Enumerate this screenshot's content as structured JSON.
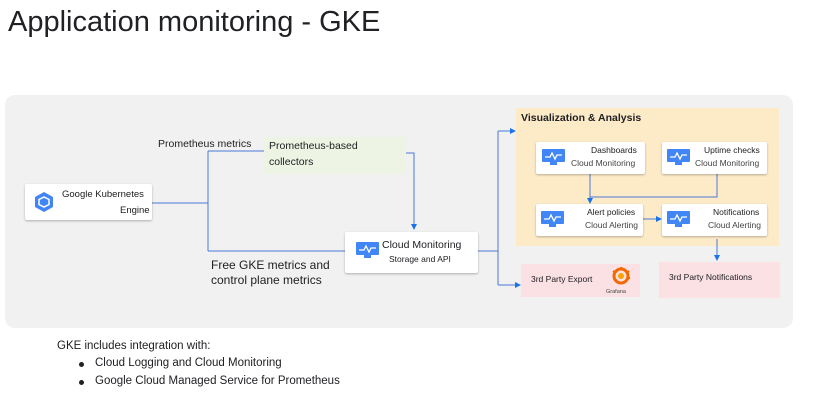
{
  "title": "Application monitoring - GKE",
  "gke": {
    "line1": "Google Kubernetes",
    "line2": "Engine",
    "icon": "gke-hexagon-icon"
  },
  "prom_metrics_label": "Prometheus metrics",
  "collectors": {
    "line1": "Prometheus-based",
    "line2": "collectors"
  },
  "free_metrics": {
    "line1": "Free GKE metrics and",
    "line2": "control plane metrics"
  },
  "cloud_monitoring": {
    "title": "Cloud Monitoring",
    "sub": "Storage and API",
    "icon": "monitoring-icon"
  },
  "viz": {
    "title": "Visualization & Analysis",
    "dashboards": {
      "title": "Dashboards",
      "sub": "Cloud Monitoring"
    },
    "uptime": {
      "title": "Uptime checks",
      "sub": "Cloud Monitoring"
    },
    "alerts": {
      "title": "Alert policies",
      "sub": "Cloud Alerting"
    },
    "notifications": {
      "title": "Notifications",
      "sub": "Cloud Alerting"
    }
  },
  "third_party_export": {
    "label": "3rd Party Export",
    "logo": "Grafana"
  },
  "third_party_notifications": "3rd Party Notifications",
  "footer": {
    "intro": "GKE includes integration with:",
    "bullets": [
      "Cloud Logging and Cloud Monitoring",
      "Google Cloud Managed Service for Prometheus"
    ]
  },
  "colors": {
    "accent_blue": "#1a73e8",
    "icon_blue": "#4285f4",
    "panel_bg": "#f1f1f1",
    "viz_bg": "#fdebc8",
    "pink_bg": "#fbe1e4",
    "green_bg": "#eef4e4"
  }
}
